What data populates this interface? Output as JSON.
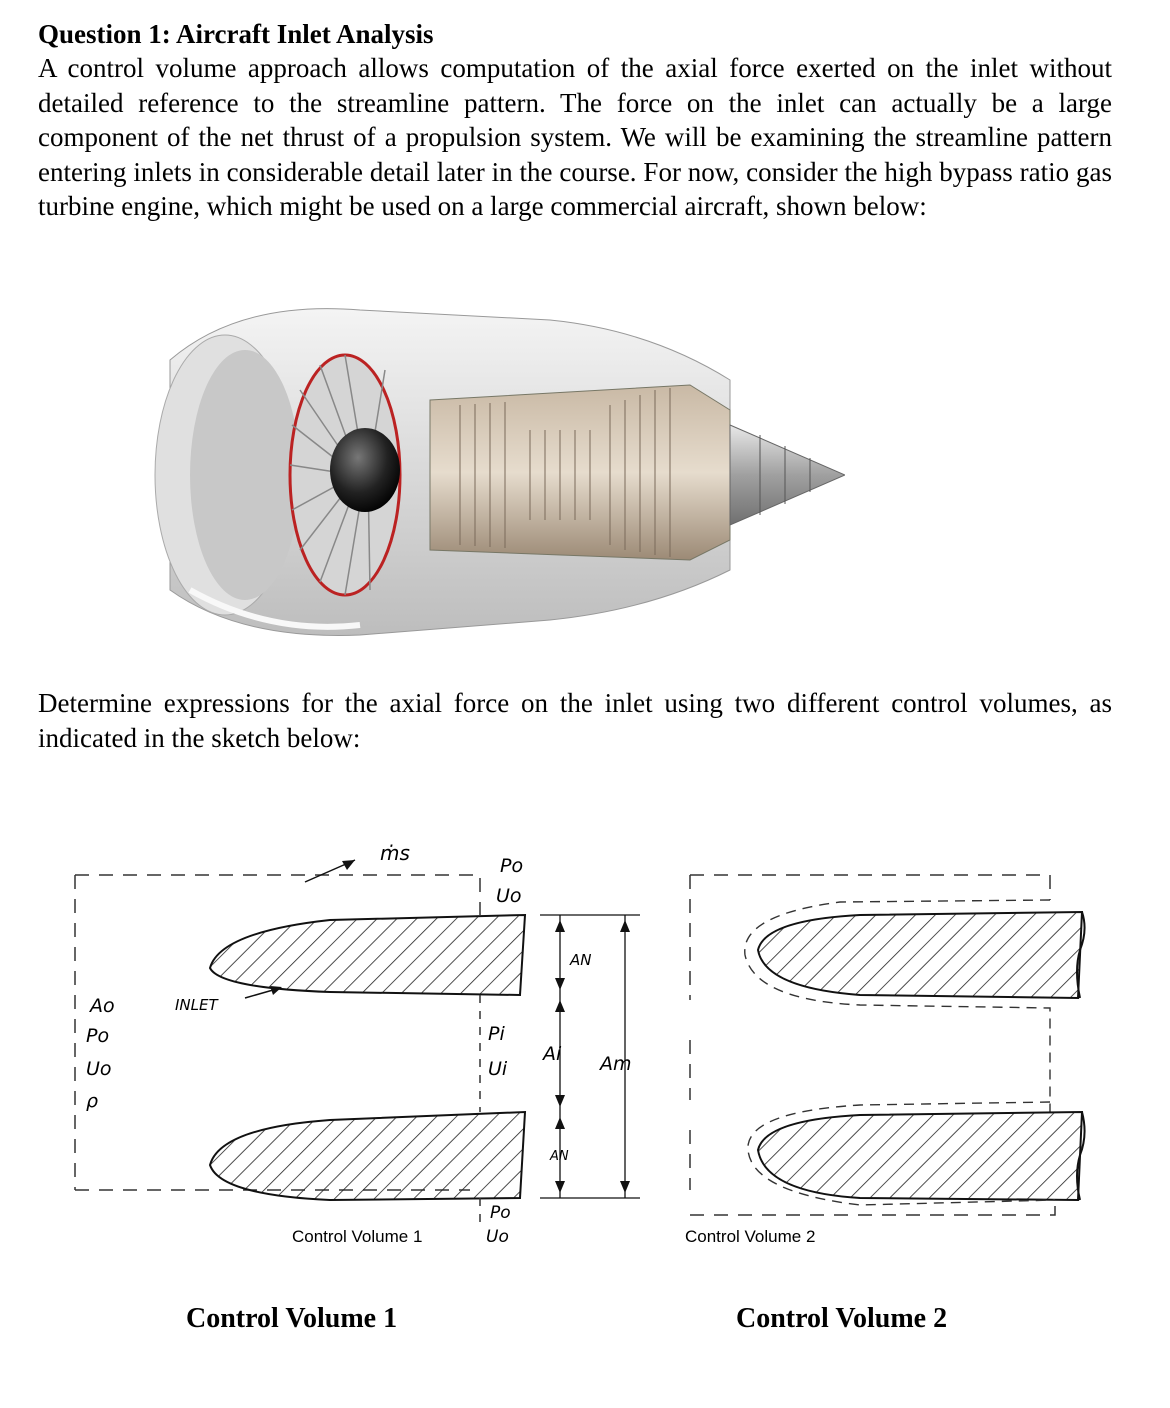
{
  "question": {
    "title": "Question 1: Aircraft Inlet Analysis",
    "intro": "A control volume approach allows computation of the axial force exerted on the inlet without detailed reference to the streamline pattern. The force on the inlet can actually be a large component of the net thrust of a propulsion system. We will be examining the streamline pattern entering inlets in considerable detail later in the course. For now, consider the high bypass ratio gas turbine engine, which might be used on a large commercial aircraft, shown below:",
    "task": "Determine expressions for the axial force on the inlet using two different control volumes, as indicated in the sketch below:"
  },
  "sketch": {
    "cv1": {
      "caption": "Control Volume 1",
      "inlet_label": "INLET",
      "ms_label": "ṁs",
      "freestream_labels": [
        "Ao",
        "Po",
        "Uo",
        "ρ"
      ],
      "top_exit_labels": [
        "Po",
        "Uo"
      ],
      "inner_labels": [
        "Pi",
        "Ui"
      ],
      "bottom_exit_labels": [
        "Po",
        "Uo"
      ],
      "area_labels": {
        "AN_top": "AN",
        "Ai": "Ai",
        "AN_bottom": "AN",
        "Am": "Am"
      }
    },
    "cv2": {
      "caption": "Control Volume 2"
    }
  },
  "captions": {
    "cv1": "Control Volume 1",
    "cv2": "Control Volume 2"
  }
}
